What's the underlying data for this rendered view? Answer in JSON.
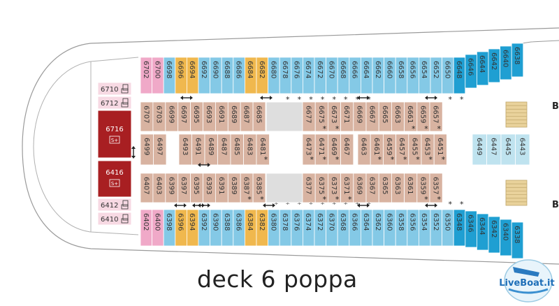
{
  "caption": "deck 6 poppa",
  "logo_text": "LiveBoat.it",
  "colors": {
    "blue": "#84c9e6",
    "blue_dark": "#1f9fd2",
    "blue_light": "#bfe3ef",
    "tan": "#d8b3a1",
    "yellow": "#f0b84e",
    "pink": "#f0a9c8",
    "pink_light": "#f7d9e3",
    "red": "#a81f22",
    "grey": "#dedede",
    "stair": "#e9d29b"
  },
  "top_outer": [
    "6702",
    "6700",
    "6698",
    "6696",
    "6694",
    "6692",
    "6690",
    "6688",
    "6686",
    "6684",
    "6682",
    "6680",
    "6678",
    "6676",
    "6674",
    "6672",
    "6670",
    "6668",
    "6666",
    "6664",
    "6662",
    "6660",
    "6658",
    "6656",
    "6654",
    "6652",
    "6650",
    "6648",
    "6646",
    "6644",
    "6642",
    "6640",
    "6638"
  ],
  "bottom_outer": [
    "6402",
    "6400",
    "6398",
    "6396",
    "6394",
    "6392",
    "6390",
    "6388",
    "6386",
    "6384",
    "6382",
    "6380",
    "6378",
    "6376",
    "6374",
    "6372",
    "6370",
    "6368",
    "6366",
    "6364",
    "6362",
    "6360",
    "6358",
    "6356",
    "6354",
    "6352",
    "6350",
    "6348",
    "6346",
    "6344",
    "6342",
    "6340",
    "6338"
  ],
  "inner_top_left": [
    "6707",
    "6703",
    "6699",
    "6697",
    "6695",
    "6693",
    "6691",
    "6689",
    "6687",
    "6685"
  ],
  "inner_top_right": [
    "6677",
    "6675",
    "6673",
    "6671",
    "6669",
    "6667",
    "6665",
    "6663",
    "6661",
    "6659",
    "6657"
  ],
  "inner_bottom_left": [
    "6407",
    "6403",
    "6399",
    "6397",
    "6395",
    "6393",
    "6391",
    "6389",
    "6387",
    "6385"
  ],
  "inner_bottom_right": [
    "6377",
    "6375",
    "6373",
    "6371",
    "6369",
    "6367",
    "6365",
    "6363",
    "6361",
    "6359",
    "6357"
  ],
  "mid_left": [
    "6499",
    "6497"
  ],
  "mid_center": [
    "6493",
    "6491",
    "6489",
    "6487",
    "6485",
    "6483",
    "6481"
  ],
  "mid_right": [
    "6473",
    "6471",
    "6469",
    "6467",
    "6463",
    "6461",
    "6459",
    "6457",
    "6455",
    "6453",
    "6451"
  ],
  "mid_far": [
    "6449",
    "6447",
    "6445",
    "6443"
  ],
  "left_top": [
    "6710",
    "6712"
  ],
  "left_bottom": [
    "6412",
    "6410"
  ],
  "suites": [
    "6716",
    "6416"
  ],
  "suite_badge": "S+",
  "marker": "*",
  "side_letter": "B"
}
